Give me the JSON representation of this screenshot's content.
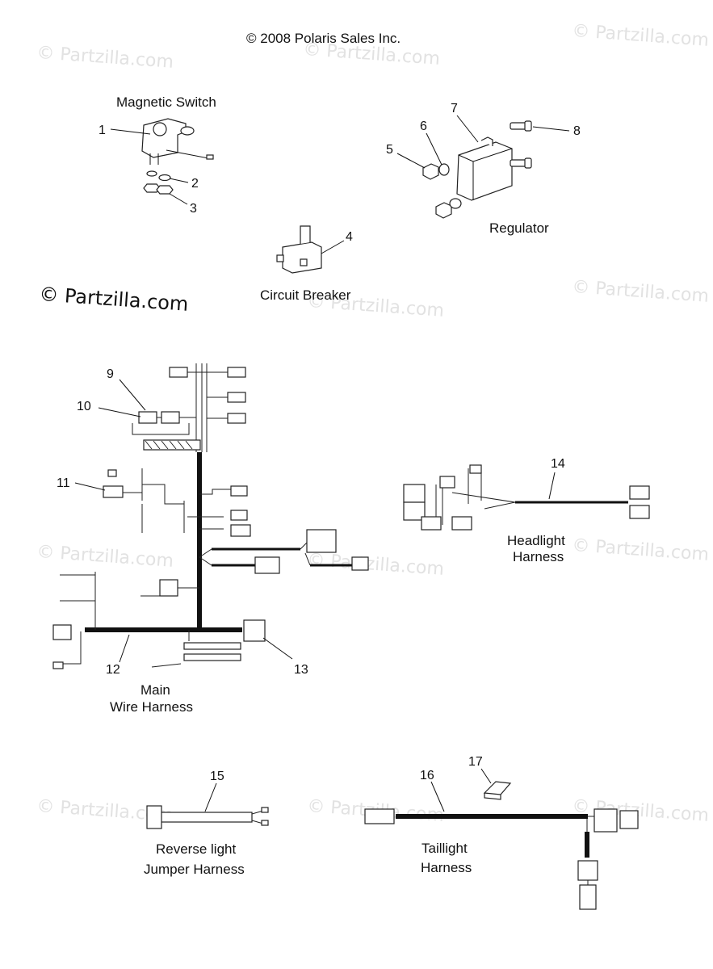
{
  "copyright": "© 2008 Polaris Sales Inc.",
  "watermark_text": "© Partzilla.com",
  "watermark_color": "#e2e2e2",
  "group_labels": {
    "magnetic_switch": "Magnetic Switch",
    "regulator": "Regulator",
    "circuit_breaker": "Circuit Breaker",
    "headlight_harness_line1": "Headlight",
    "headlight_harness_line2": "Harness",
    "main_harness_line1": "Main",
    "main_harness_line2": "Wire Harness",
    "reverse_line1": "Reverse light",
    "reverse_line2": "Jumper Harness",
    "taillight_line1": "Taillight",
    "taillight_line2": "Harness"
  },
  "callouts": {
    "c1": "1",
    "c2": "2",
    "c3": "3",
    "c4": "4",
    "c5": "5",
    "c6": "6",
    "c7": "7",
    "c8": "8",
    "c9": "9",
    "c10": "10",
    "c11": "11",
    "c12": "12",
    "c13": "13",
    "c14": "14",
    "c15": "15",
    "c16": "16",
    "c17": "17"
  }
}
